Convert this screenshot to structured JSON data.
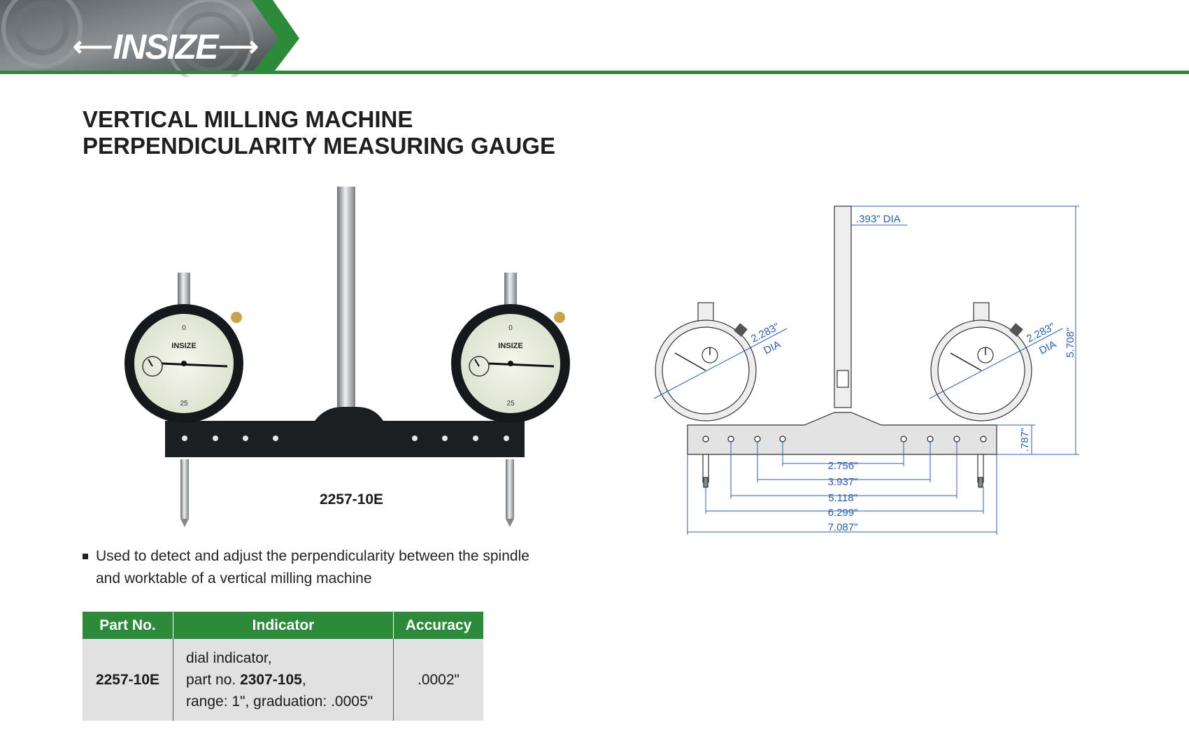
{
  "brand": {
    "logo_text": "INSIZE",
    "colors": {
      "green": "#2e8a3b",
      "dimension_blue": "#2c5fb2",
      "table_header": "#2e8a3b",
      "table_body": "#e1e1e1"
    }
  },
  "title": {
    "line1": "VERTICAL MILLING MACHINE",
    "line2": "PERPENDICULARITY MEASURING GAUGE"
  },
  "product": {
    "model_label": "2257-10E",
    "dial_brand": "INSIZE"
  },
  "description": "Used to detect and adjust the perpendicularity between the spindle and worktable of a vertical milling machine",
  "table": {
    "headers": [
      "Part No.",
      "Indicator",
      "Accuracy"
    ],
    "row": {
      "part_no": "2257-10E",
      "indicator_line1": "dial indicator,",
      "indicator_line2_prefix": "part no. ",
      "indicator_line2_bold": "2307-105",
      "indicator_line2_suffix": ",",
      "indicator_line3": "range: 1\", graduation: .0005\"",
      "accuracy": ".0002\""
    }
  },
  "drawing": {
    "spindle_dia": ".393\" DIA",
    "indicator_dia_value": "2.283\"",
    "indicator_dia_unit": "DIA",
    "height": "5.708\"",
    "bar_thickness": ".787\"",
    "hole_spacings": [
      "2.756\"",
      "3.937\"",
      "5.118\"",
      "6.299\"",
      "7.087\""
    ]
  }
}
